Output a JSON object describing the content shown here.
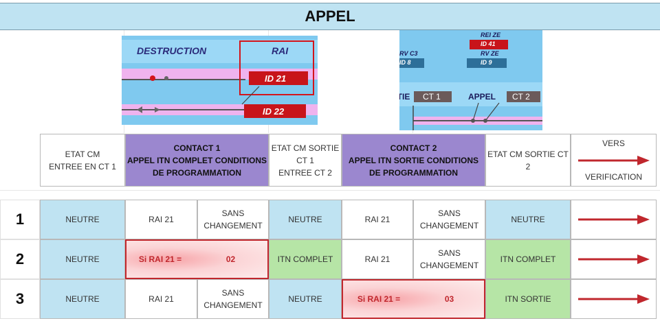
{
  "title": "APPEL",
  "images": {
    "left": {
      "destruction": "DESTRUCTION",
      "rai": "RAI",
      "id21": "ID 21",
      "id22": "ID 22"
    },
    "right": {
      "reize": "REI ZE",
      "id41": "ID 41",
      "rvze": "RV ZE",
      "id9": "ID 9",
      "rvc3": "RV C3",
      "id8": "ID 8",
      "rtie": "RTIE",
      "ct1": "CT 1",
      "appel": "APPEL",
      "ct2": "CT 2"
    }
  },
  "header": {
    "col1": [
      "ETAT CM",
      "ENTREE EN CT 1"
    ],
    "contact1": [
      "CONTACT 1",
      "APPEL ITN COMPLET CONDITIONS",
      "DE PROGRAMMATION"
    ],
    "col3": [
      "ETAT CM SORTIE",
      "CT 1",
      "ENTREE CT 2"
    ],
    "contact2": [
      "CONTACT 2",
      "APPEL ITN SORTIE CONDITIONS",
      "DE PROGRAMMATION"
    ],
    "col5": "ETAT CM SORTIE CT 2",
    "vers": "VERS",
    "verification": "VERIFICATION"
  },
  "rows": [
    {
      "num": "1",
      "etat_in": "NEUTRE",
      "c1_a": "RAI 21",
      "c1_b": [
        "SANS",
        "CHANGEMENT"
      ],
      "etat_mid": "NEUTRE",
      "c2_a": "RAI 21",
      "c2_b": [
        "SANS",
        "CHANGEMENT"
      ],
      "etat_out": "NEUTRE"
    },
    {
      "num": "2",
      "etat_in": "NEUTRE",
      "c1_a": "Si RAI 21 =",
      "c1_b": "02",
      "etat_mid": "ITN  COMPLET",
      "c2_a": "RAI 21",
      "c2_b": [
        "SANS",
        "CHANGEMENT"
      ],
      "etat_out": "ITN  COMPLET"
    },
    {
      "num": "3",
      "etat_in": "NEUTRE",
      "c1_a": "RAI 21",
      "c1_b": [
        "SANS",
        "CHANGEMENT"
      ],
      "etat_mid": "NEUTRE",
      "c2_a": "Si RAI 21 =",
      "c2_b": "03",
      "etat_out": "ITN  SORTIE"
    }
  ],
  "colors": {
    "blue": "#bfe3f2",
    "purple": "#9b87cf",
    "green": "#b6e5a6",
    "red": "#c0272d"
  }
}
